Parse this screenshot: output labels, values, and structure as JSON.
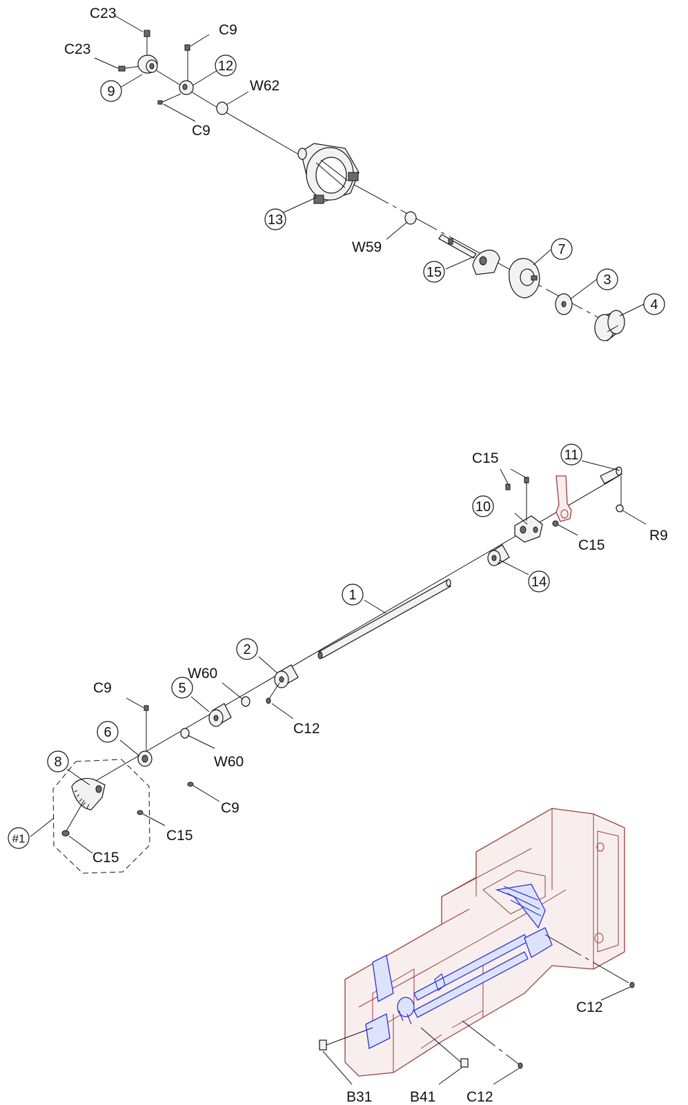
{
  "callouts": {
    "c1": "1",
    "c2": "2",
    "c3": "3",
    "c4": "4",
    "c5": "5",
    "c6": "6",
    "c7": "7",
    "c8": "8",
    "c9": "9",
    "c10": "10",
    "c11": "11",
    "c12": "12",
    "c13": "13",
    "c14": "14",
    "c15": "15",
    "sub1": "#1"
  },
  "labels": {
    "c23_top": "C23",
    "c23_mid": "C23",
    "c9_top": "C9",
    "c9_mid": "C9",
    "w62": "W62",
    "w59": "W59",
    "c15_top": "C15",
    "c15_right": "C15",
    "r9": "R9",
    "w60_upper": "W60",
    "w60_lower": "W60",
    "c12_mid": "C12",
    "c9_lower_left": "C9",
    "c9_lower_right": "C9",
    "c15_low_right": "C15",
    "c15_low_bottom": "C15",
    "c12_right": "C12",
    "b31": "B31",
    "b41": "B41",
    "c12_bottom": "C12"
  },
  "colors": {
    "line": "#111111",
    "frame": "#9a3b3b",
    "mechanism": "#2b2fd6"
  }
}
